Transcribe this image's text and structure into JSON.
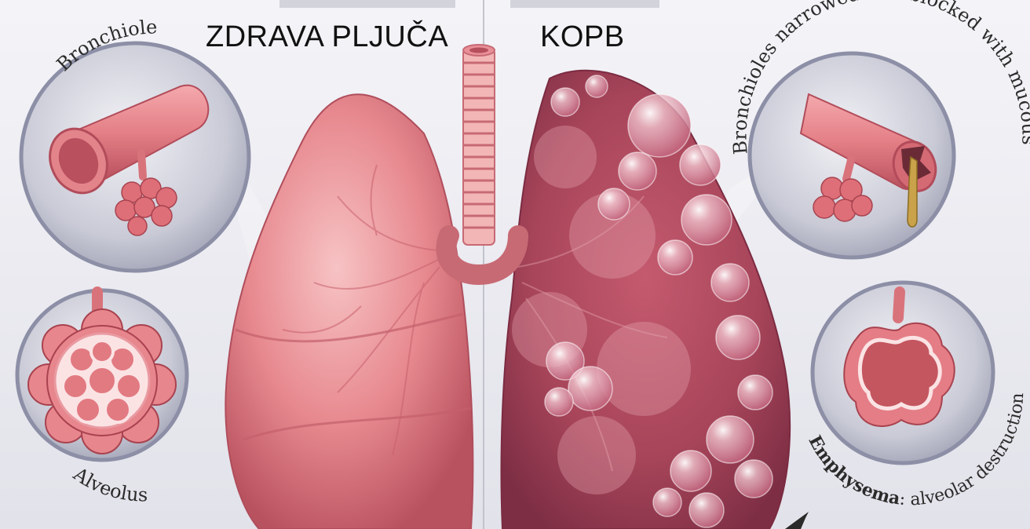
{
  "titles": {
    "healthy": "ZDRAVA PLJUČA",
    "disease": "KOPB"
  },
  "labels": {
    "bronchiole": "Bronchiole",
    "alveolus": "Alveolus",
    "bronchioles_blocked": "Bronchioles narrowed and blocked with mucous",
    "emphysema_bold": "Emphysema",
    "emphysema_rest": ": alveolar destruction"
  },
  "colors": {
    "background": "#eeeef3",
    "lung_pink": "#e98b8f",
    "lung_dark": "#b94a5a",
    "inset_ring": "#8c8fa6",
    "mucus": "#c9a24a"
  }
}
